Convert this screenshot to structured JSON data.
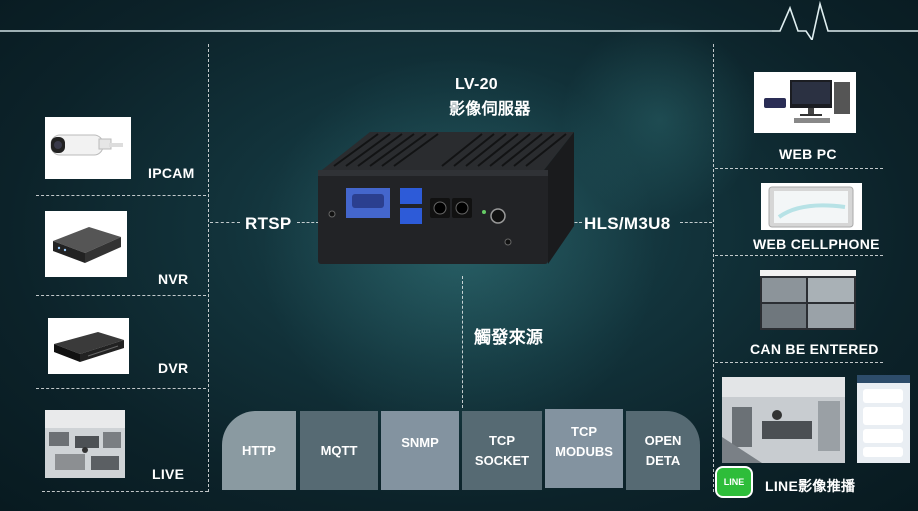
{
  "server": {
    "title_line1": "LV-20",
    "title_line2": "影像伺服器"
  },
  "left_devices": [
    {
      "label": "IPCAM"
    },
    {
      "label": "NVR"
    },
    {
      "label": "DVR"
    },
    {
      "label": "LIVE"
    }
  ],
  "right_outputs": [
    {
      "label": "WEB PC"
    },
    {
      "label": "WEB CELLPHONE"
    },
    {
      "label": "CAN BE ENTERED"
    },
    {
      "label": "LINE影像推播"
    }
  ],
  "connections": {
    "input": "RTSP",
    "output": "HLS/M3U8",
    "trigger": "觸發來源"
  },
  "protocols": [
    {
      "line1": "HTTP",
      "line2": ""
    },
    {
      "line1": "MQTT",
      "line2": ""
    },
    {
      "line1": "SNMP",
      "line2": ""
    },
    {
      "line1": "TCP",
      "line2": "SOCKET"
    },
    {
      "line1": "TCP",
      "line2": "MODUBS"
    },
    {
      "line1": "OPEN",
      "line2": "DETA"
    }
  ],
  "line_badge": "LINE",
  "icons": [
    "ipcam-icon",
    "nvr-icon",
    "dvr-icon",
    "live-camera-view",
    "server-device",
    "web-pc-icon",
    "tablet-icon",
    "camera-grid-view",
    "line-logo-icon"
  ]
}
